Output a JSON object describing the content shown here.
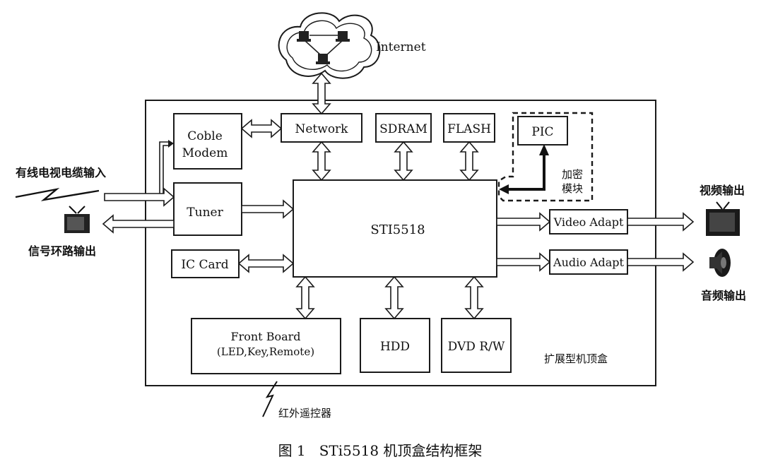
{
  "blocks": {
    "internet": "Internet",
    "network": "Network",
    "sdram": "SDRAM",
    "flash": "FLASH",
    "pic": "PIC",
    "encrypt_module_line1": "加密",
    "encrypt_module_line2": "模块",
    "coble_modem_line1": "Coble",
    "coble_modem_line2": "Modem",
    "tuner": "Tuner",
    "ic_card": "IC Card",
    "sti5518": "STI5518",
    "video_adapt": "Video Adapt",
    "audio_adapt": "Audio Adapt",
    "front_board_line1": "Front Board",
    "front_board_line2": "(LED,Key,Remote)",
    "hdd": "HDD",
    "dvd_rw": "DVD R/W",
    "extended_stb": "扩展型机顶盒"
  },
  "labels": {
    "cable_tv_input": "有线电视电缆输入",
    "signal_loop_output": "信号环路输出",
    "video_output": "视频输出",
    "audio_output": "音频输出",
    "ir_remote": "红外遥控器"
  },
  "caption": "图 1   STi5518 机顶盒结构框架"
}
